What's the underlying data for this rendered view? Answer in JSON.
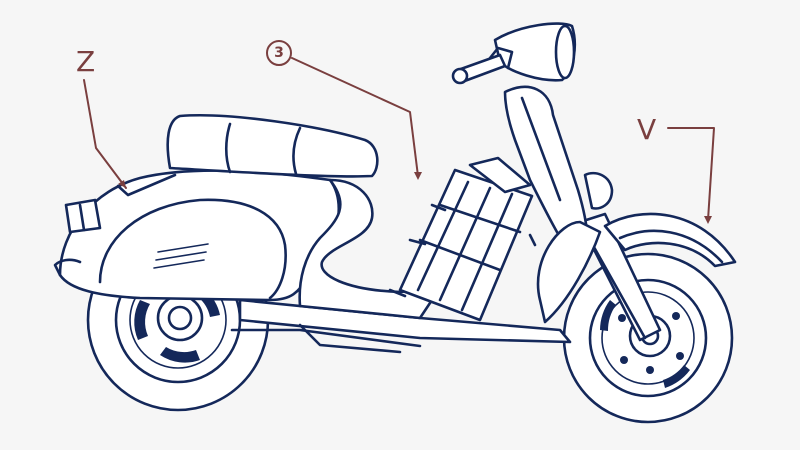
{
  "callouts": {
    "z": "Z",
    "three": "3",
    "v": "V"
  },
  "colors": {
    "ink": "#14285a",
    "callout": "#7a3f3f",
    "background": "#f6f6f6"
  }
}
